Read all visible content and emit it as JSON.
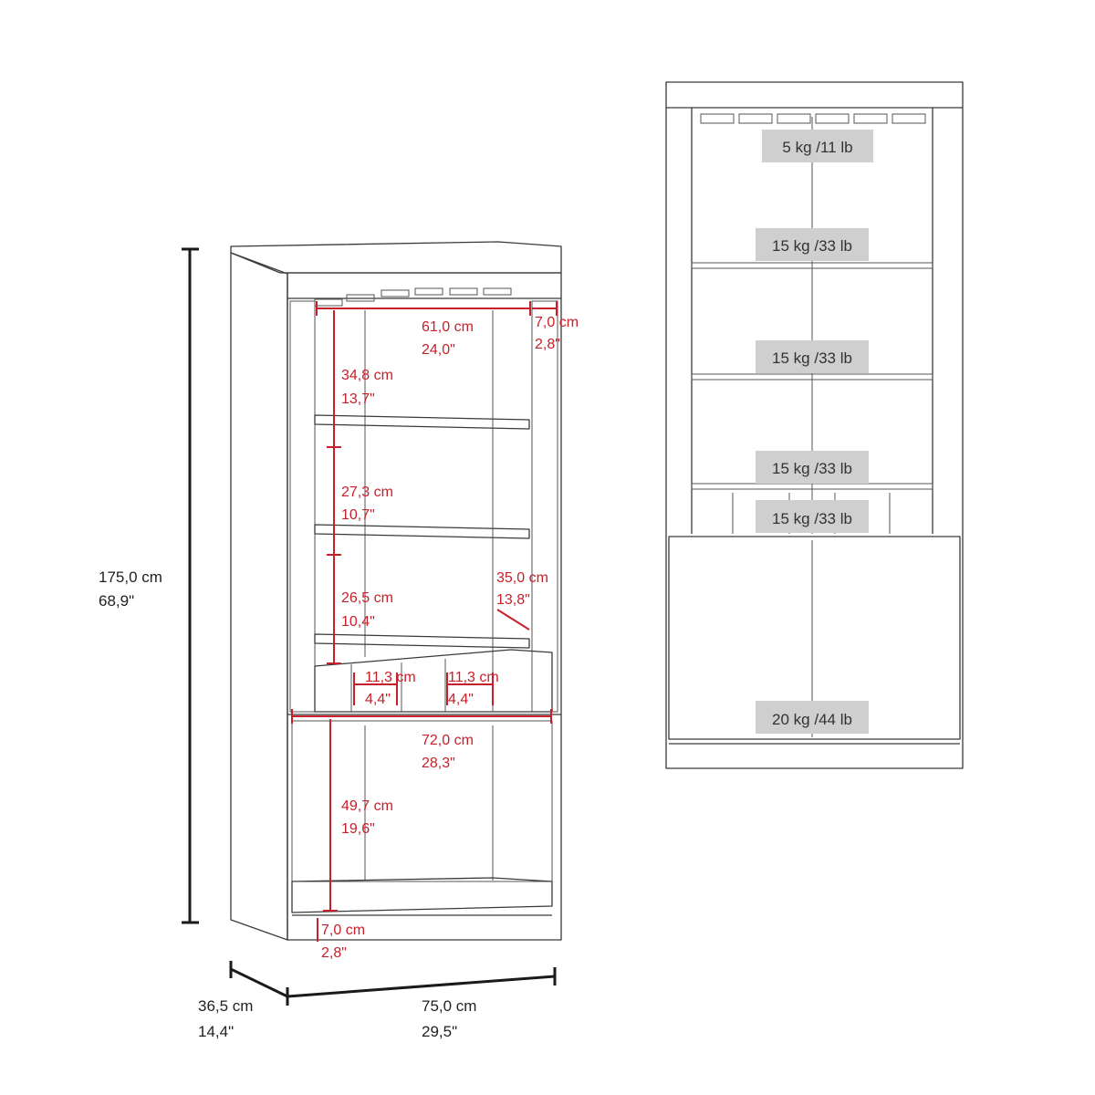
{
  "overall": {
    "height": {
      "cm": "175,0 cm",
      "in": "68,9\""
    },
    "width": {
      "cm": "75,0 cm",
      "in": "29,5\""
    },
    "depth": {
      "cm": "36,5 cm",
      "in": "14,4\""
    }
  },
  "inner": {
    "top_width": {
      "cm": "61,0 cm",
      "in": "24,0\""
    },
    "side_width": {
      "cm": "7,0 cm",
      "in": "2,8\""
    },
    "shelf1": {
      "cm": "34,8 cm",
      "in": "13,7\""
    },
    "shelf2": {
      "cm": "27,3 cm",
      "in": "10,7\""
    },
    "shelf3": {
      "cm": "26,5 cm",
      "in": "10,4\""
    },
    "shelf_depth": {
      "cm": "35,0 cm",
      "in": "13,8\""
    },
    "cubby_a": {
      "cm": "11,3 cm",
      "in": "4,4\""
    },
    "cubby_b": {
      "cm": "11,3 cm",
      "in": "4,4\""
    },
    "lower_width": {
      "cm": "72,0 cm",
      "in": "28,3\""
    },
    "lower_height": {
      "cm": "49,7 cm",
      "in": "19,6\""
    },
    "base": {
      "cm": "7,0 cm",
      "in": "2,8\""
    }
  },
  "weights": [
    "5 kg /11 lb",
    "15 kg /33 lb",
    "15 kg /33 lb",
    "15 kg /33 lb",
    "15 kg /33 lb",
    "20 kg /44 lb"
  ]
}
